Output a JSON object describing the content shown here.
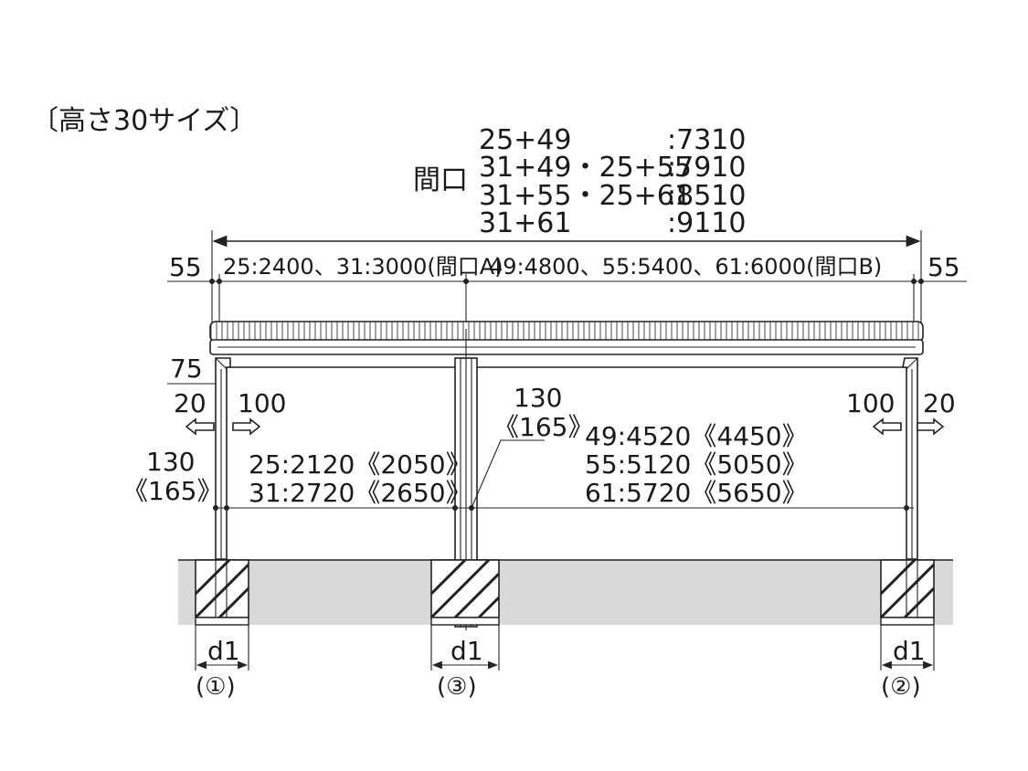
{
  "title": "〔高さ30サイズ〕",
  "opening": {
    "label": "間口",
    "rows": [
      {
        "combo": "25+49",
        "value": ":7310"
      },
      {
        "combo": "31+49・25+55",
        "value": ":7910"
      },
      {
        "combo": "31+55・25+61",
        "value": ":8510"
      },
      {
        "combo": "31+61",
        "value": ":9110"
      }
    ]
  },
  "dims": {
    "left_55": "55",
    "right_55": "55",
    "span_a": "25:2400、31:3000(間口A)",
    "span_b": "49:4800、55:5400、61:6000(間口B)",
    "d75": "75",
    "left_20": "20",
    "left_100": "100",
    "right_100": "100",
    "right_20": "20",
    "post_left_130": "130",
    "post_left_165": "《165》",
    "post_mid_130": "130",
    "post_mid_165": "《165》",
    "height_a": [
      "25:2120《2050》",
      "31:2720《2650》"
    ],
    "height_b": [
      "49:4520《4450》",
      "55:5120《5050》",
      "61:5720《5650》"
    ],
    "d1_left": "d1",
    "d1_mid": "d1",
    "d1_right": "d1"
  },
  "posts": {
    "left": "(①)",
    "middle": "(③)",
    "right": "(②)"
  }
}
